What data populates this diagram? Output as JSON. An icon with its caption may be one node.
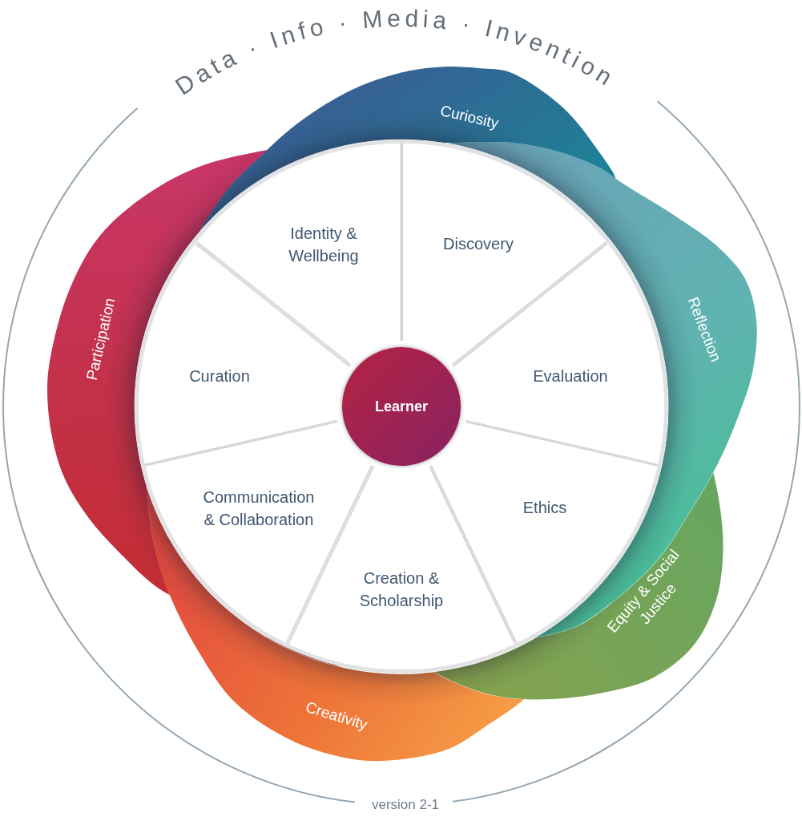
{
  "diagram": {
    "title": "Data · Info · Media · Invention",
    "nodes": [
      {
        "text": [
          "Curiosity"
        ]
      },
      {
        "text": [
          "Reflection"
        ]
      },
      {
        "text": [
          "Equity & Social Justice"
        ]
      },
      {
        "text": [
          "Creativity"
        ]
      },
      {
        "text": [
          "Participation"
        ]
      },
      {
        "text": [],
        "shape": "circle"
      },
      {
        "text": [
          "Identity & Wellbeing"
        ],
        "in": 5
      },
      {
        "text": [
          "Discovery"
        ],
        "in": 5
      },
      {
        "text": [
          "Evaluation"
        ],
        "in": 5
      },
      {
        "text": [
          "Ethics"
        ],
        "in": 5
      },
      {
        "text": [
          "Creation & Scholarship"
        ],
        "in": 5
      },
      {
        "text": [
          "Communication & Collaboration"
        ],
        "in": 5
      },
      {
        "text": [
          "Curation"
        ],
        "in": 5
      },
      {
        "text": [
          "Learner"
        ],
        "in": 5
      }
    ],
    "labels": [
      "version 2-1"
    ]
  }
}
